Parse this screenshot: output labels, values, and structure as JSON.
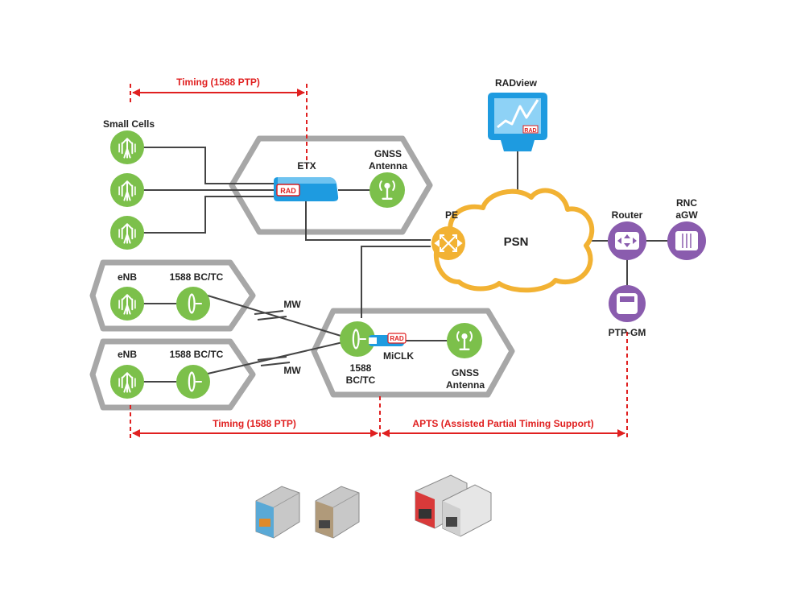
{
  "labels": {
    "timing_top": "Timing (1588 PTP)",
    "small_cells": "Small Cells",
    "etx": "ETX",
    "gnss_top_1": "GNSS",
    "gnss_top_2": "Antenna",
    "radview": "RADview",
    "pe": "PE",
    "psn": "PSN",
    "router": "Router",
    "rnc_1": "RNC",
    "rnc_2": "aGW",
    "ptp_gm": "PTP-GM",
    "enb_a": "eNB",
    "bc_a": "1588 BC/TC",
    "enb_b": "eNB",
    "bc_b": "1588 BC/TC",
    "mw_a": "MW",
    "mw_b": "MW",
    "bc_center_1": "1588",
    "bc_center_2": "BC/TC",
    "miclk": "MiCLK",
    "gnss_bot_1": "GNSS",
    "gnss_bot_2": "Antenna",
    "timing_bottom": "Timing (1588 PTP)",
    "apts": "APTS (Assisted Partial Timing Support)",
    "rad_badge_etx": "RAD",
    "rad_badge_miclk": "RAD",
    "rad_badge_radview": "RAD"
  },
  "colors": {
    "green": "#7cc04b",
    "purple": "#8a5cae",
    "blue": "#1e9be0",
    "orange": "#f2b233",
    "red": "#e02020",
    "grey": "#a0a0a0"
  },
  "icons": {
    "cell_tower": "cell-tower-icon",
    "antenna": "antenna-icon",
    "mw_dish": "microwave-dish-icon",
    "router": "router-icon",
    "rnc": "rnc-icon",
    "ptp_gm": "ptp-grandmaster-icon",
    "pe": "pe-router-icon",
    "monitor": "monitor-icon"
  }
}
